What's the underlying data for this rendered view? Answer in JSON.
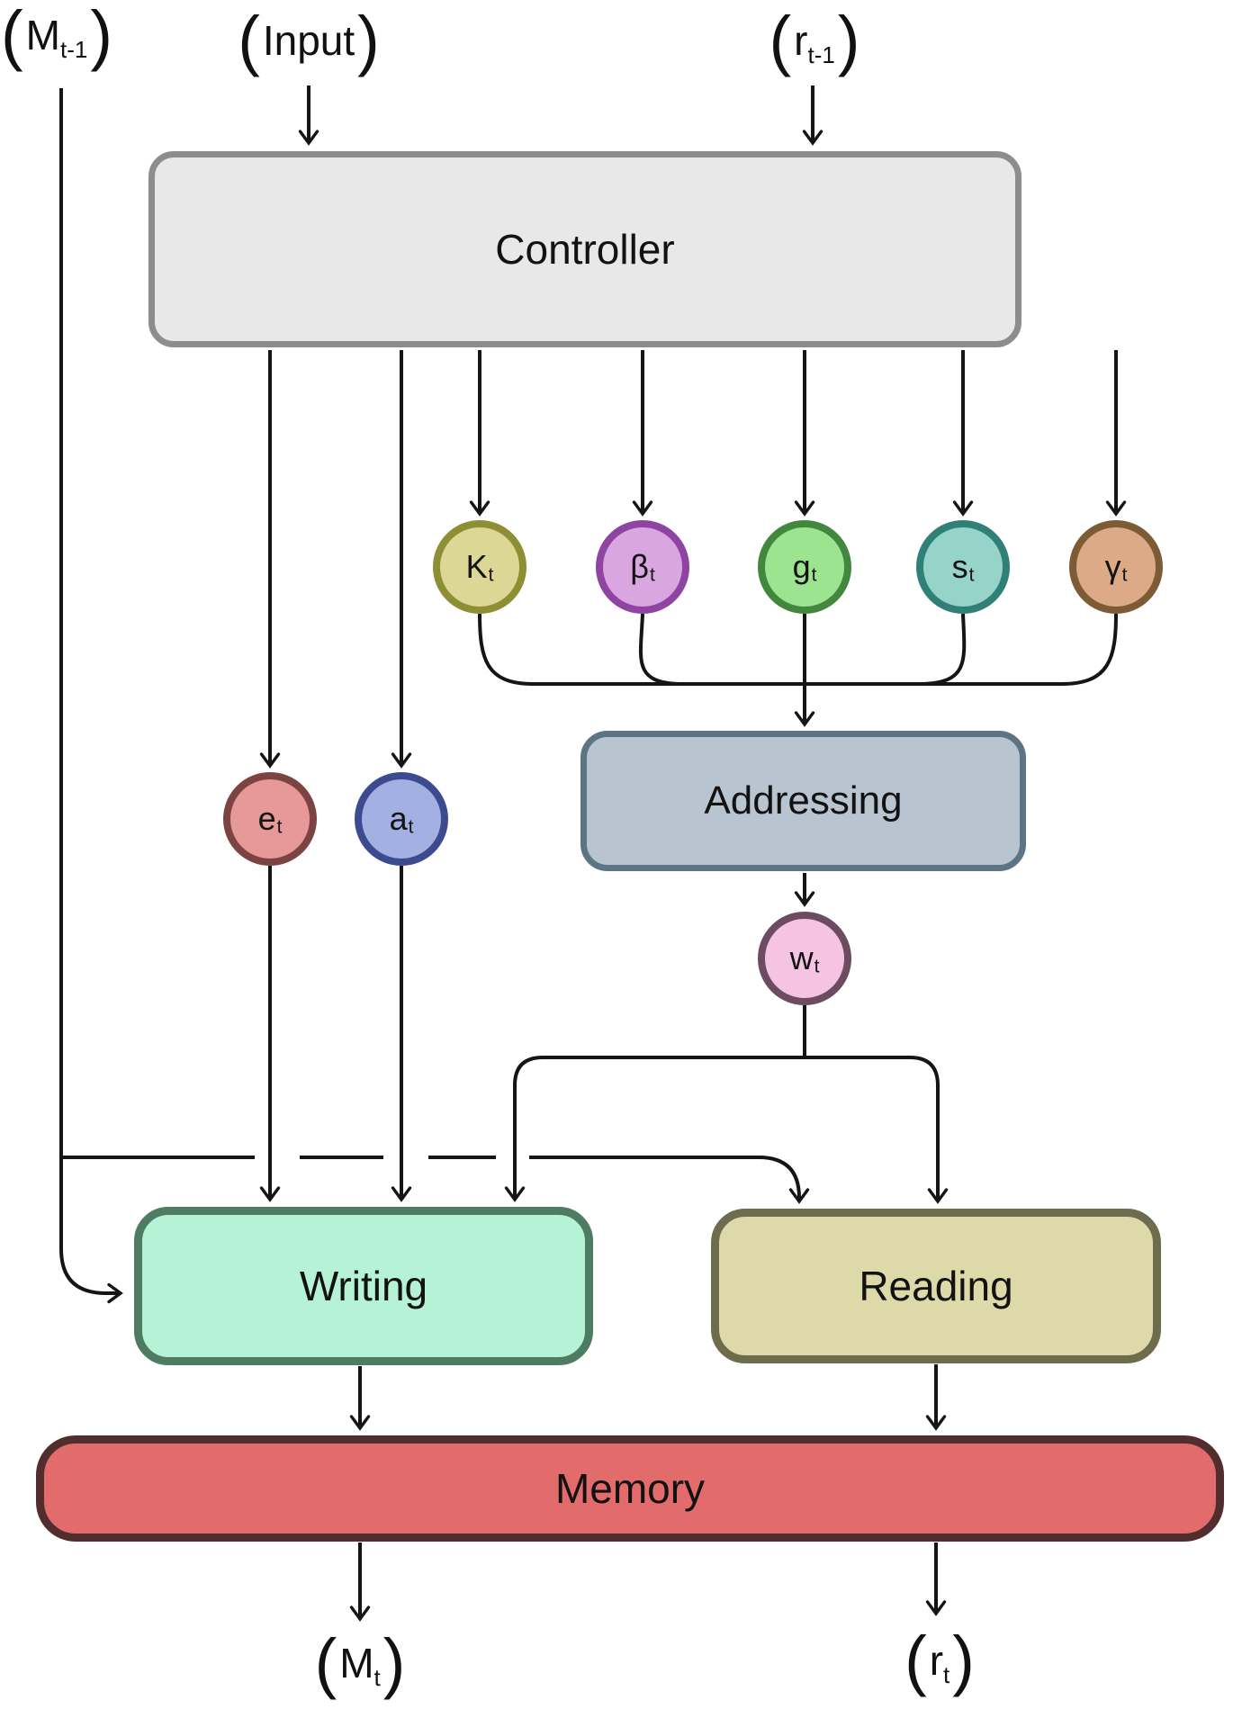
{
  "io_labels": {
    "memory_prev": {
      "open": "(",
      "main": "M",
      "sub": "t-1",
      "close": ")"
    },
    "input": {
      "open": "(",
      "main": "Input",
      "sub": "",
      "close": ")"
    },
    "read_prev": {
      "open": "(",
      "main": "r",
      "sub": "t-1",
      "close": ")"
    },
    "memory_next": {
      "open": "(",
      "main": "M",
      "sub": "t",
      "close": ")"
    },
    "read_next": {
      "open": "(",
      "main": "r",
      "sub": "t",
      "close": ")"
    }
  },
  "blocks": {
    "controller": {
      "label": "Controller",
      "fill": "#e8e8e8",
      "border": "#8d8d8d"
    },
    "addressing": {
      "label": "Addressing",
      "fill": "#b8c5d1",
      "border": "#5d7484"
    },
    "writing": {
      "label": "Writing",
      "fill": "#b6f2d6",
      "border": "#4d7c62"
    },
    "reading": {
      "label": "Reading",
      "fill": "#ded9a8",
      "border": "#6d6d4d"
    },
    "memory": {
      "label": "Memory",
      "fill": "#e26b6b",
      "border": "#512d2d"
    }
  },
  "nodes": {
    "key": {
      "main": "K",
      "sub": "t",
      "fill": "#dcd794",
      "border": "#8e8e35"
    },
    "beta": {
      "main": "β",
      "sub": "t",
      "fill": "#d9a6e0",
      "border": "#8e44a0"
    },
    "gate": {
      "main": "g",
      "sub": "t",
      "fill": "#9ce48f",
      "border": "#43873f"
    },
    "shift": {
      "main": "s",
      "sub": "t",
      "fill": "#96d3c8",
      "border": "#318077"
    },
    "gamma": {
      "main": "γ",
      "sub": "t",
      "fill": "#dcaa87",
      "border": "#7d5c35"
    },
    "erase": {
      "main": "e",
      "sub": "t",
      "fill": "#e79898",
      "border": "#7c4343"
    },
    "add": {
      "main": "a",
      "sub": "t",
      "fill": "#a2b1e1",
      "border": "#3c4b90"
    },
    "weight": {
      "main": "w",
      "sub": "t",
      "fill": "#f4c4e2",
      "border": "#6d4b60"
    }
  },
  "line_color": "#151515"
}
